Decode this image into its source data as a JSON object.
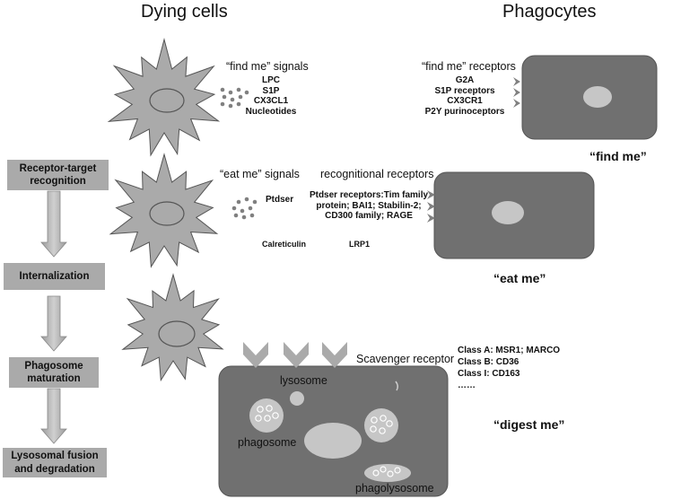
{
  "headers": {
    "left": "Dying cells",
    "right": "Phagocytes"
  },
  "steps": [
    "Receptor-target recognition",
    "Internalization",
    "Phagosome maturation",
    "Lysosomal fusion and degradation"
  ],
  "find_me": {
    "signals_title": "“find me” signals",
    "signals": [
      "LPC",
      "S1P",
      "CX3CL1",
      "Nucleotides"
    ],
    "receptors_title": "“find me” receptors",
    "receptors": [
      "G2A",
      "S1P receptors",
      "CX3CR1",
      "P2Y purinoceptors"
    ],
    "caption": "“find me”"
  },
  "eat_me": {
    "signals_title": "“eat me” signals",
    "signal": "Ptdser",
    "receptors_title": "recognitional receptors",
    "receptors_text": [
      "Ptdser receptors:Tim family",
      "protein; BAI1; Stabilin-2;",
      "CD300 family; RAGE"
    ],
    "calreticulin": "Calreticulin",
    "lrp1": "LRP1",
    "caption": "“eat me”"
  },
  "digest_me": {
    "scavenger_label": "Scavenger receptor",
    "classes": [
      "Class A: MSR1; MARCO",
      "Class B: CD36",
      "Class I: CD163",
      "……"
    ],
    "lysosome": "lysosome",
    "phagosome": "phagosome",
    "phagolysosome": "phagolysosome",
    "caption": "“digest me”"
  },
  "colors": {
    "cell_fill": "#aaaaaa",
    "phagocyte_fill": "#707070",
    "organelle_fill": "#c6c6c6",
    "step_fill": "#aaaaaa"
  }
}
